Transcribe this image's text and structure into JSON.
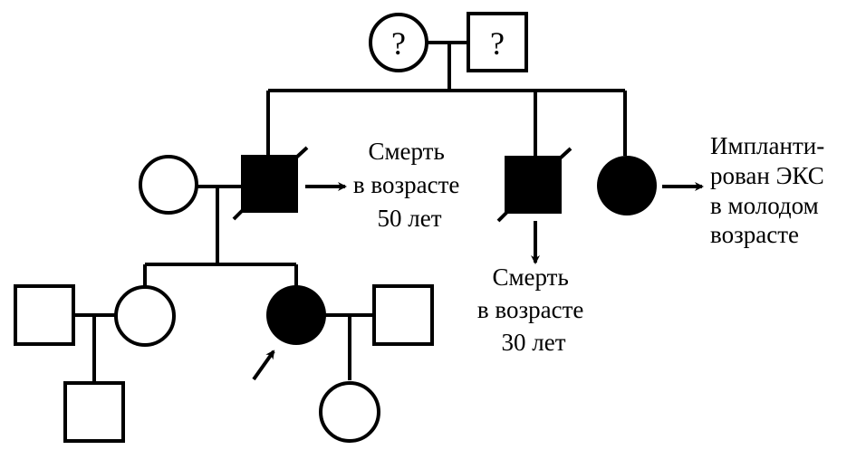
{
  "diagram": {
    "type": "pedigree",
    "colors": {
      "line": "#000000",
      "affected": "#000000",
      "unaffected": "#ffffff"
    },
    "generation_I": {
      "mother": {
        "sex": "female",
        "status": "unknown",
        "mark": "?"
      },
      "father": {
        "sex": "male",
        "status": "unknown",
        "mark": "?"
      }
    },
    "generation_II": {
      "spouse_of_son1": {
        "sex": "female",
        "status": "unaffected"
      },
      "son1": {
        "sex": "male",
        "status": "affected",
        "deceased": true,
        "note_lines": [
          "Смерть",
          "в возрасте",
          "50 лет"
        ]
      },
      "son2": {
        "sex": "male",
        "status": "affected",
        "deceased": true,
        "note_lines": [
          "Смерть",
          "в возрасте",
          "30 лет"
        ]
      },
      "daughter": {
        "sex": "female",
        "status": "affected",
        "note_lines": [
          "Импланти-",
          "рован ЭКС",
          "в молодом",
          "возрасте"
        ]
      }
    },
    "generation_III": {
      "spouse_of_daughter1": {
        "sex": "male",
        "status": "unaffected"
      },
      "daughter1": {
        "sex": "female",
        "status": "unaffected"
      },
      "proband": {
        "sex": "female",
        "status": "affected",
        "is_proband": true
      },
      "spouse_of_proband": {
        "sex": "male",
        "status": "unaffected"
      }
    },
    "generation_IV": {
      "son_of_daughter1": {
        "sex": "male",
        "status": "unaffected"
      },
      "daughter_of_proband": {
        "sex": "female",
        "status": "unaffected"
      }
    }
  }
}
